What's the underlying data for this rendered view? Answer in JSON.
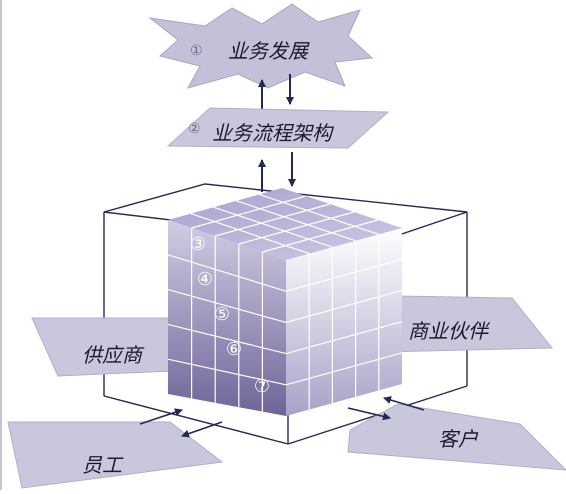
{
  "top_label": {
    "number": "①",
    "text": "业务发展"
  },
  "process_label": {
    "number": "②",
    "text": "业务流程架构"
  },
  "cube_layers": [
    "③",
    "④",
    "⑤",
    "⑥",
    "⑦"
  ],
  "stakeholders": {
    "supplier": "供应商",
    "partner": "商业伙伴",
    "employee": "员工",
    "customer": "客户"
  },
  "colors": {
    "accent": "#9a96c0",
    "tile": "#c9c7dc",
    "cube_top": "#b9b3d6",
    "cube_front_dark": "#6e6498",
    "cube_right": "#d8d5e8",
    "frame": "#2a2a55",
    "arrow": "#1f2a55"
  }
}
